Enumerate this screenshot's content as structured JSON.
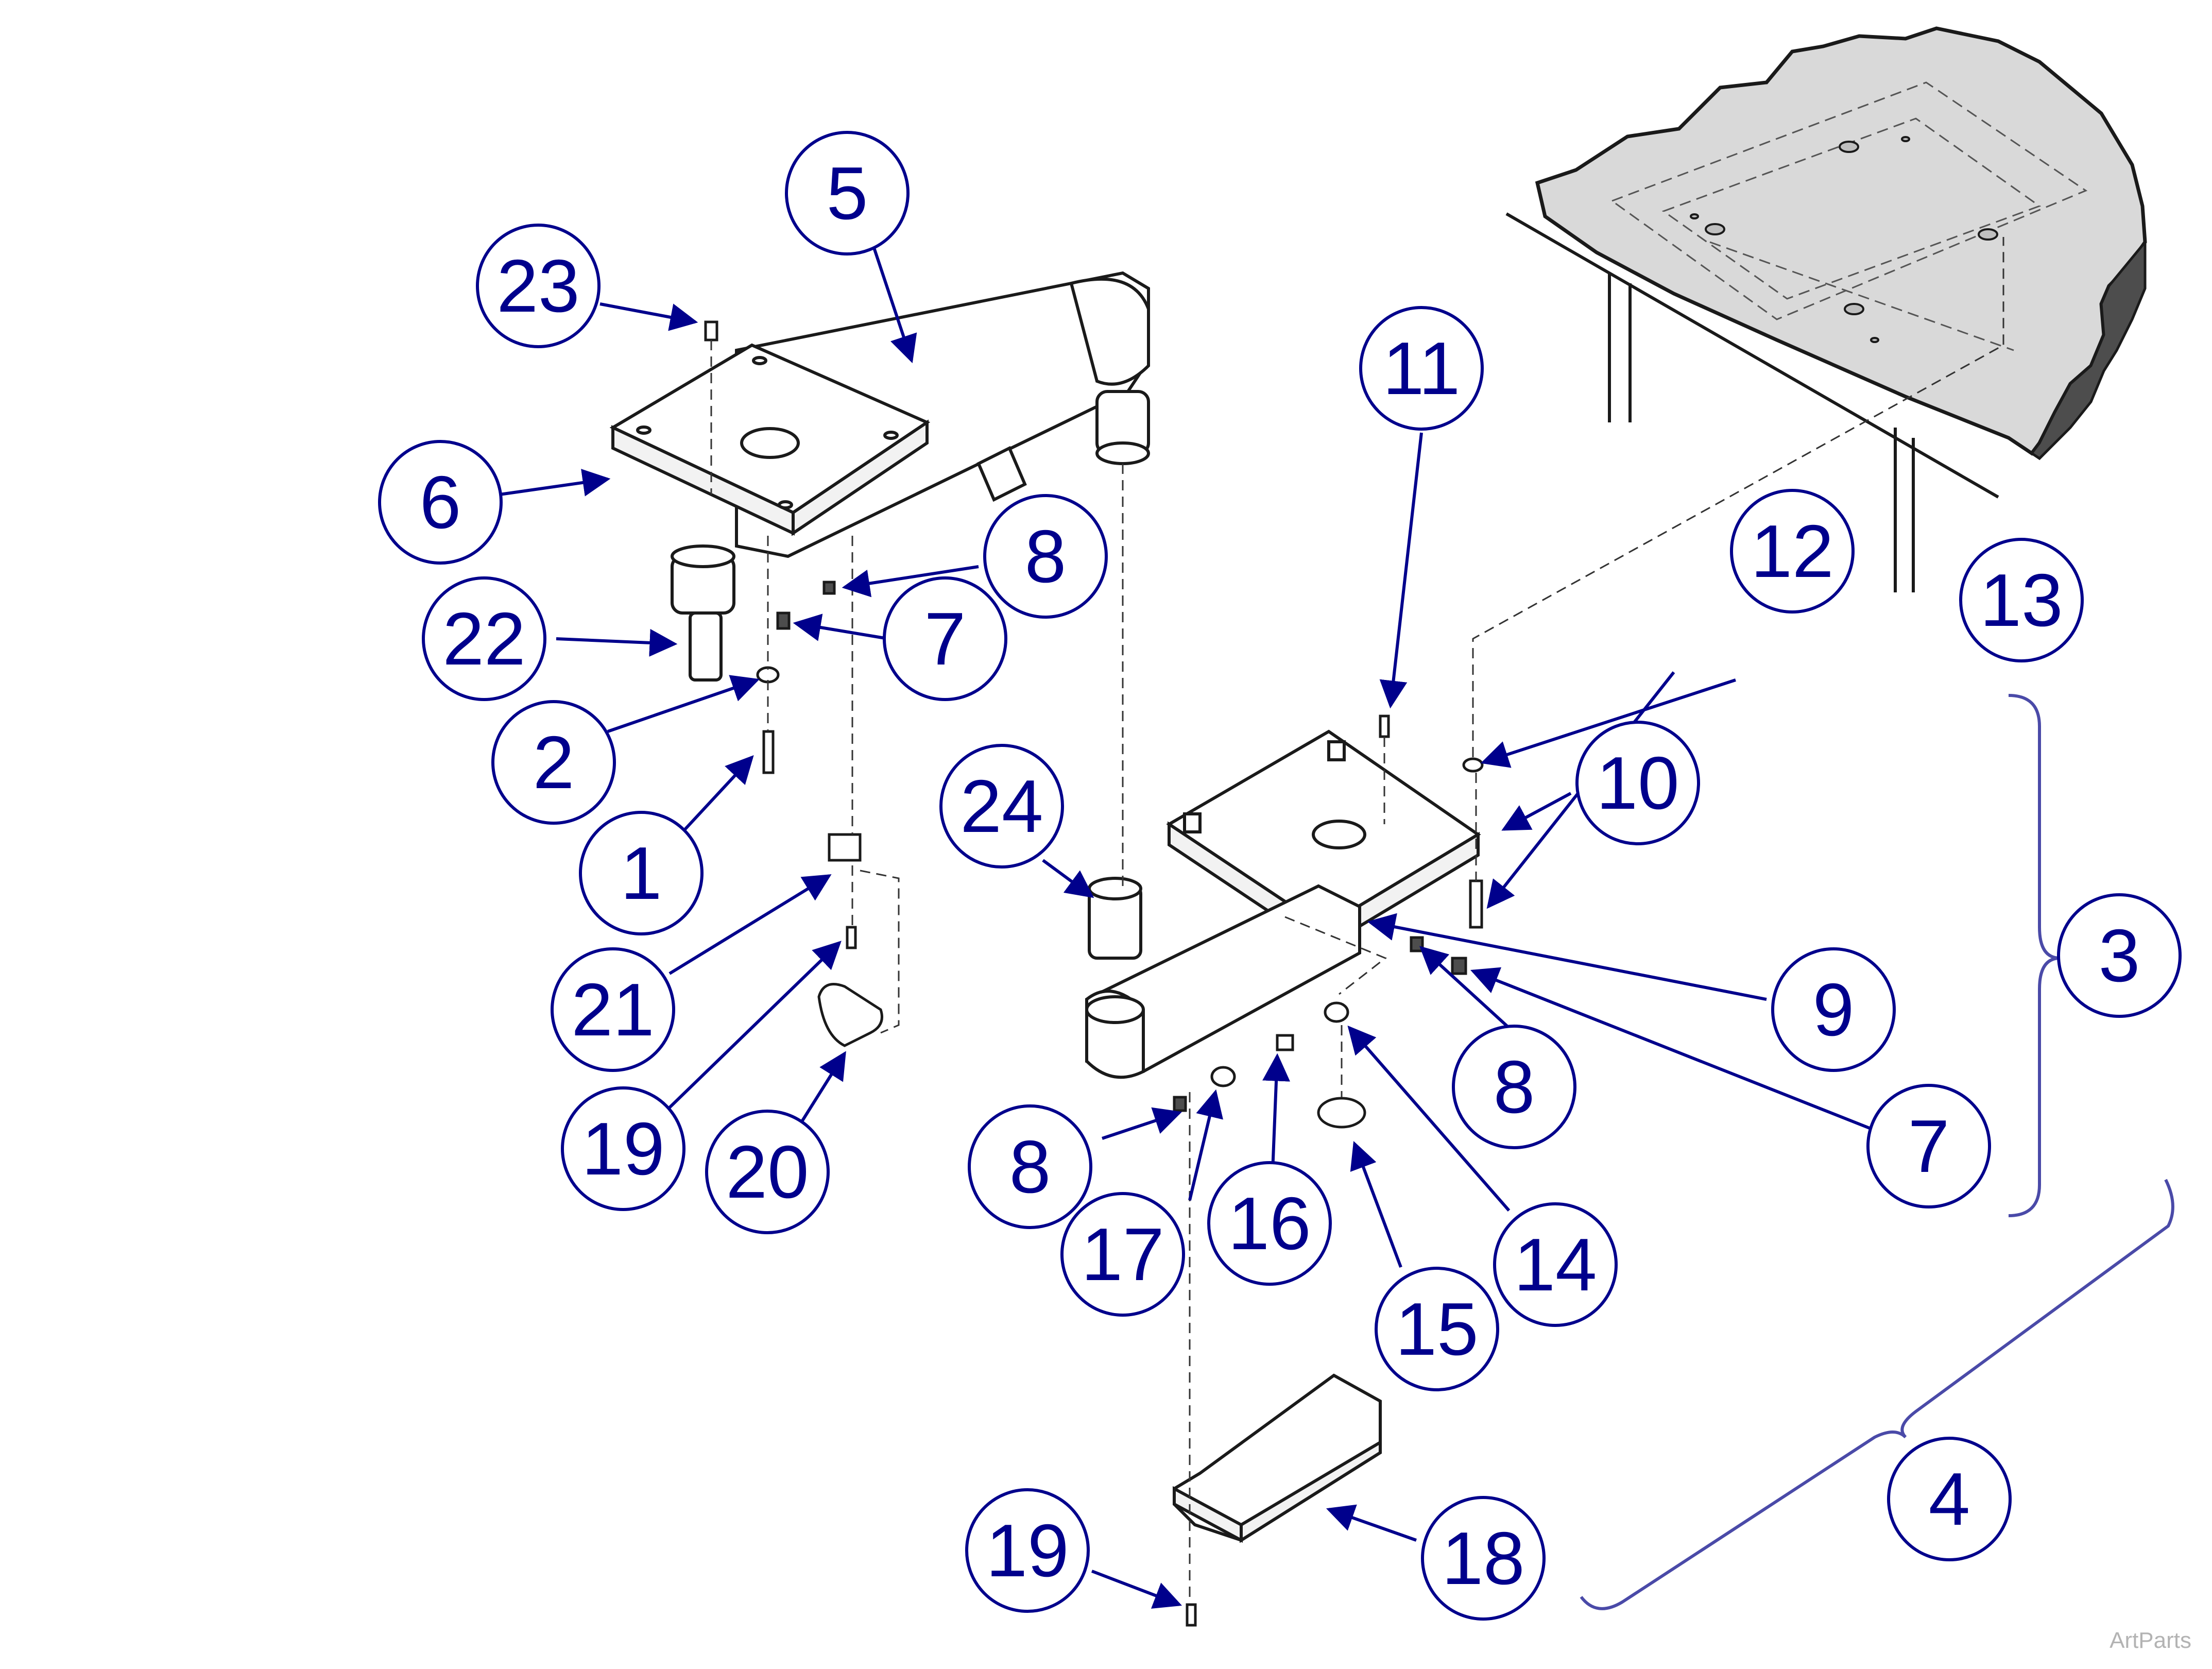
{
  "watermark": "ArtParts",
  "colors": {
    "callout": "#00008c",
    "bracket": "#4a4aa8",
    "outline": "#1a1a1a",
    "tabletop": "#d9d9d9"
  },
  "callouts": [
    {
      "label": "1"
    },
    {
      "label": "2"
    },
    {
      "label": "3"
    },
    {
      "label": "4"
    },
    {
      "label": "5"
    },
    {
      "label": "6"
    },
    {
      "label": "7"
    },
    {
      "label": "7"
    },
    {
      "label": "8"
    },
    {
      "label": "8"
    },
    {
      "label": "8"
    },
    {
      "label": "9"
    },
    {
      "label": "10"
    },
    {
      "label": "11"
    },
    {
      "label": "12"
    },
    {
      "label": "13"
    },
    {
      "label": "14"
    },
    {
      "label": "15"
    },
    {
      "label": "16"
    },
    {
      "label": "17"
    },
    {
      "label": "18"
    },
    {
      "label": "19"
    },
    {
      "label": "19"
    },
    {
      "label": "20"
    },
    {
      "label": "21"
    },
    {
      "label": "22"
    },
    {
      "label": "23"
    },
    {
      "label": "24"
    }
  ]
}
